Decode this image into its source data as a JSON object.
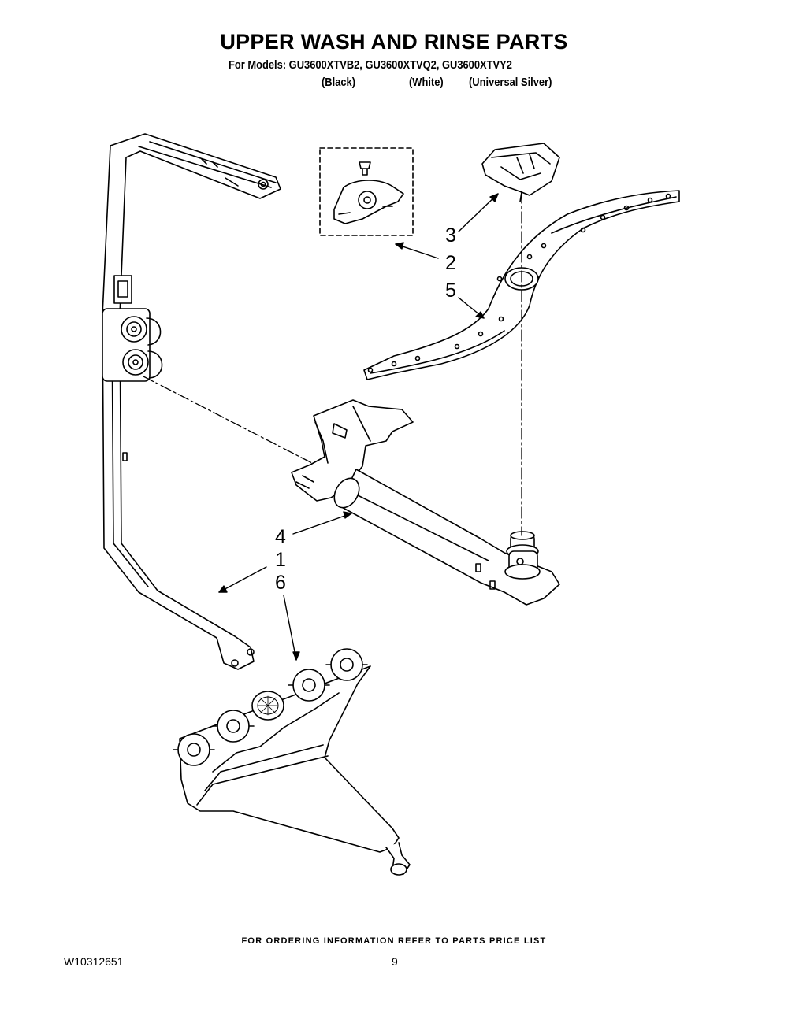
{
  "header": {
    "title": "UPPER WASH AND RINSE PARTS",
    "models_line": "For Models: GU3600XTVB2, GU3600XTVQ2, GU3600XTVY2",
    "colors": [
      "(Black)",
      "(White)",
      "(Universal Silver)"
    ]
  },
  "callouts": [
    "3",
    "2",
    "5",
    "4",
    "1",
    "6"
  ],
  "footer": {
    "ordering_note": "FOR ORDERING INFORMATION REFER TO PARTS PRICE LIST",
    "doc_number": "W10312651",
    "page_number": "9"
  },
  "style": {
    "line_color": "#000000",
    "part_fill": "#ffffff",
    "shade_fill": "#d8d8d8"
  }
}
